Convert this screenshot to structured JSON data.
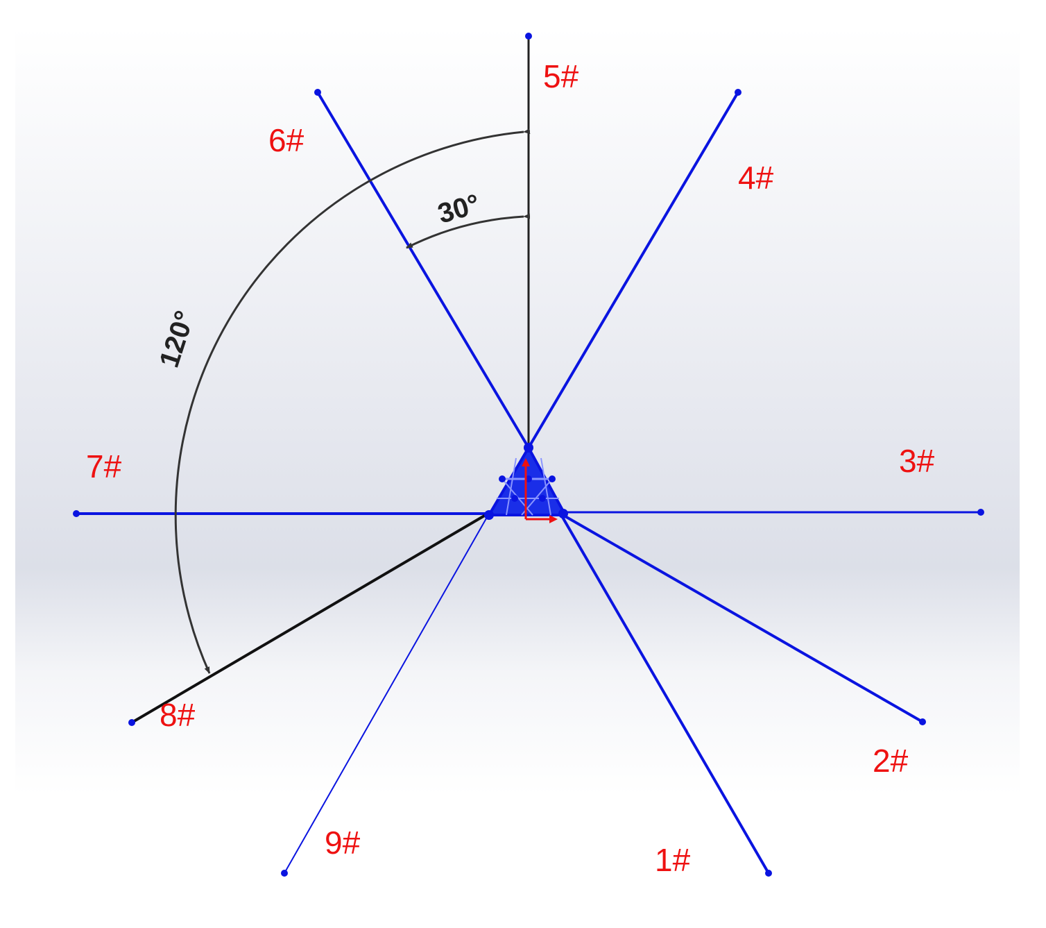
{
  "labels": [
    "1#",
    "2#",
    "3#",
    "4#",
    "5#",
    "6#",
    "7#",
    "8#",
    "9#"
  ],
  "angles": [
    "30°",
    "120°"
  ],
  "colors": {
    "line_blue": "#0a14e0",
    "line_black": "#111111",
    "label_red": "#ee1111",
    "dim_gray": "#333333"
  }
}
